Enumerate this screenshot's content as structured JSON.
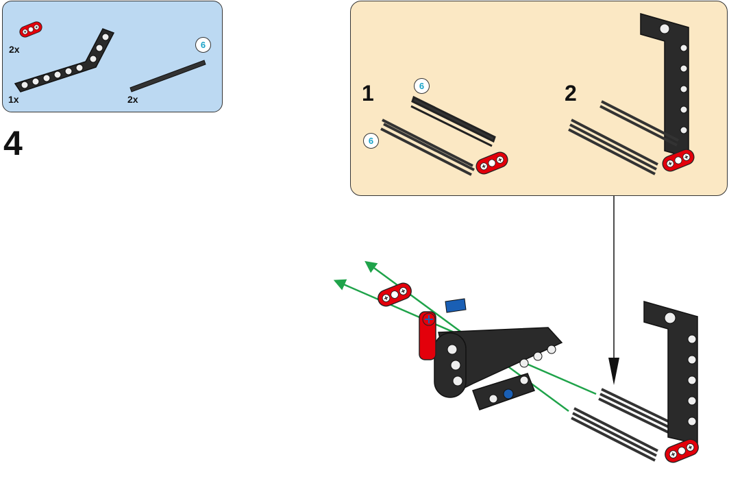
{
  "step": {
    "number": "4"
  },
  "parts_callout": {
    "items": [
      {
        "name": "red-connector",
        "qty": "2x"
      },
      {
        "name": "bent-beam",
        "qty": "1x"
      },
      {
        "name": "axle",
        "qty": "2x",
        "length": "6"
      }
    ]
  },
  "sub_assembly": {
    "steps": [
      {
        "number": "1",
        "badges": [
          "6",
          "6"
        ]
      },
      {
        "number": "2"
      }
    ]
  },
  "colors": {
    "parts_bg": "#bcd9f2",
    "sub_bg": "#fbe8c4",
    "red": "#e3000b",
    "dark": "#2a2a2a",
    "green_guide": "#1fa34a",
    "axle_badge": "#1aa3c8"
  },
  "icons": [
    "red-connector-icon",
    "bent-beam-icon",
    "axle-icon",
    "arrow-down-icon",
    "green-guide-arrow-icon"
  ]
}
